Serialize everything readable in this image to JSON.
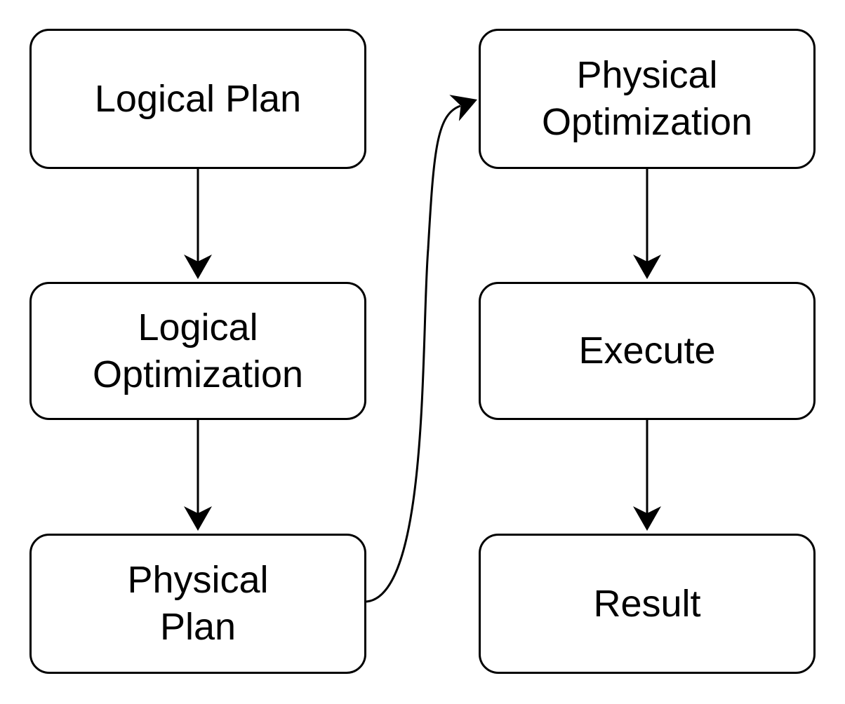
{
  "diagram": {
    "background_color": "#ffffff",
    "line_color": "#000000",
    "text_color": "#000000",
    "nodes": [
      {
        "id": "logical-plan",
        "line1": "Logical Plan",
        "line2": ""
      },
      {
        "id": "logical-optimization",
        "line1": "Logical",
        "line2": "Optimization"
      },
      {
        "id": "physical-plan",
        "line1": "Physical",
        "line2": "Plan"
      },
      {
        "id": "physical-optimization",
        "line1": "Physical",
        "line2": "Optimization"
      },
      {
        "id": "execute",
        "line1": "Execute",
        "line2": ""
      },
      {
        "id": "result",
        "line1": "Result",
        "line2": ""
      }
    ],
    "edges": [
      {
        "from": "Logical Plan",
        "to": "Logical Optimization",
        "style": "straight"
      },
      {
        "from": "Logical Optimization",
        "to": "Physical Plan",
        "style": "straight"
      },
      {
        "from": "Physical Plan",
        "to": "Physical Optimization",
        "style": "curved"
      },
      {
        "from": "Physical Optimization",
        "to": "Execute",
        "style": "straight"
      },
      {
        "from": "Execute",
        "to": "Result",
        "style": "straight"
      }
    ]
  }
}
